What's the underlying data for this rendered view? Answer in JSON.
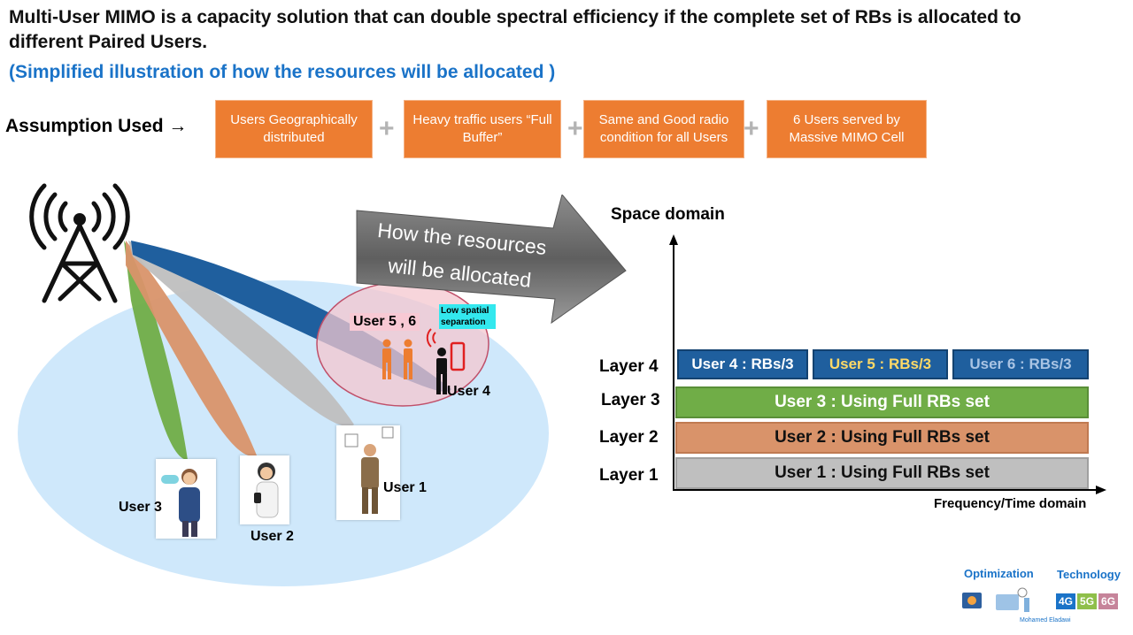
{
  "header": {
    "title": "Multi-User MIMO is a capacity solution that can double spectral efficiency if the complete set of RBs is allocated to different Paired Users.",
    "subtitle": "(Simplified illustration of how the resources will be allocated )"
  },
  "assumptions": {
    "label": "Assumption Used →",
    "boxes": [
      "Users Geographically distributed",
      "Heavy traffic users “Full Buffer”",
      "Same and Good radio condition for all Users",
      "6 Users served by Massive MIMO Cell"
    ],
    "separator": "+"
  },
  "arrow_text": [
    "How the resources",
    "will be allocated"
  ],
  "scene": {
    "user_labels": {
      "user1": "User 1",
      "user2": "User 2",
      "user3": "User 3",
      "user4": "User 4",
      "user56": "User 5 , 6"
    },
    "low_spatial": "Low spatial separation"
  },
  "layers_chart": {
    "y_axis_label": "Space domain",
    "x_axis_label": "Frequency/Time domain",
    "layer_labels": [
      "Layer 4",
      "Layer 3",
      "Layer 2",
      "Layer 1"
    ],
    "layer4_segments": [
      "User 4 : RBs/3",
      "User 5 : RBs/3",
      "User 6 : RBs/3"
    ],
    "layer3": "User 3 : Using Full RBs set",
    "layer2": "User 2 : Using Full RBs set",
    "layer1": "User 1 : Using Full RBs set"
  },
  "logo": {
    "optimization": "Optimization",
    "technology": "Technology",
    "author": "Mohamed Eladawi",
    "badges": [
      "4G",
      "5G",
      "6G"
    ]
  },
  "colors": {
    "orange": "#ed7d31",
    "blue": "#1f5f9e",
    "green": "#70ad47",
    "brown": "#d9936a",
    "gray": "#bfbfbf",
    "sky": "#cfe8fb"
  }
}
